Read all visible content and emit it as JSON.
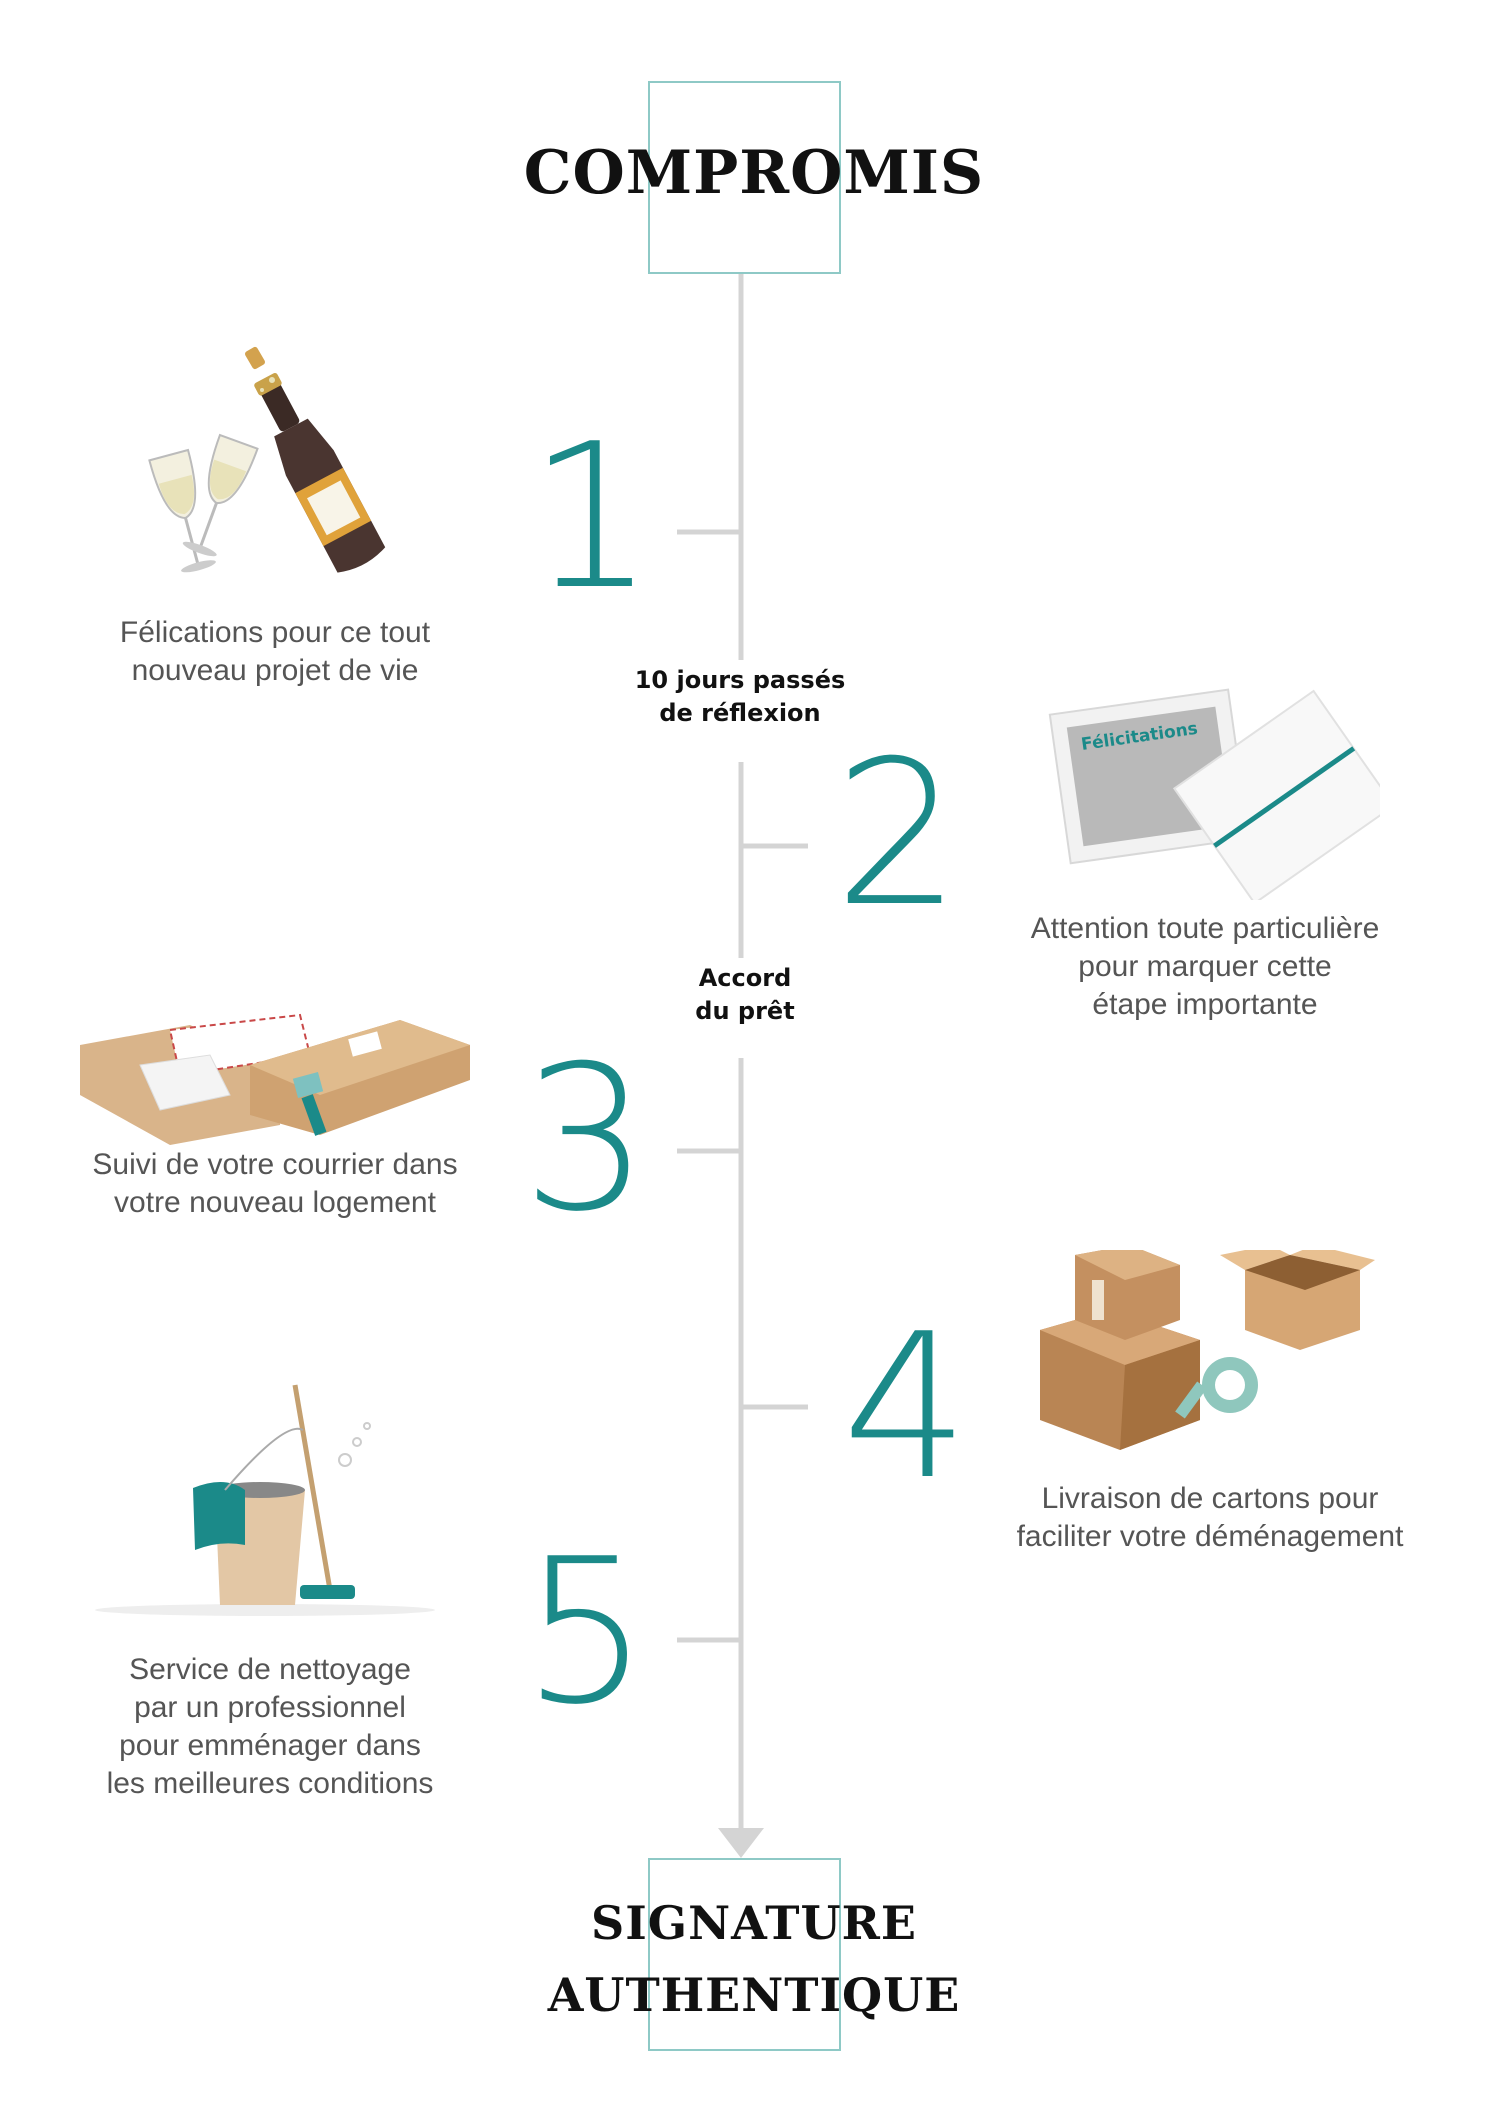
{
  "header": {
    "title": "COMPROMIS"
  },
  "footer": {
    "title_line1": "SIGNATURE",
    "title_line2": "AUTHENTIQUE"
  },
  "milestones": [
    {
      "line1": "10 jours passés",
      "line2": "de réflexion"
    },
    {
      "line1": "Accord",
      "line2": "du prêt"
    }
  ],
  "steps": [
    {
      "number": "1",
      "lines": [
        "Félications pour ce tout",
        "nouveau projet de vie"
      ],
      "illustration": "champagne-icon"
    },
    {
      "number": "2",
      "lines": [
        "Attention toute particulière",
        "pour marquer cette",
        "étape importante"
      ],
      "illustration": "card-icon",
      "card_label": "Félicitations"
    },
    {
      "number": "3",
      "lines": [
        "Suivi de votre courrier dans",
        "votre nouveau logement"
      ],
      "illustration": "mail-icon"
    },
    {
      "number": "4",
      "lines": [
        "Livraison de cartons pour",
        "faciliter votre déménagement"
      ],
      "illustration": "boxes-icon"
    },
    {
      "number": "5",
      "lines": [
        "Service de nettoyage",
        "par un professionnel",
        "pour emménager dans",
        "les meilleures conditions"
      ],
      "illustration": "cleaning-icon"
    }
  ],
  "colors": {
    "accent": "#1b8a89",
    "frame": "#8ec9c6",
    "line": "#d4d4d4"
  }
}
